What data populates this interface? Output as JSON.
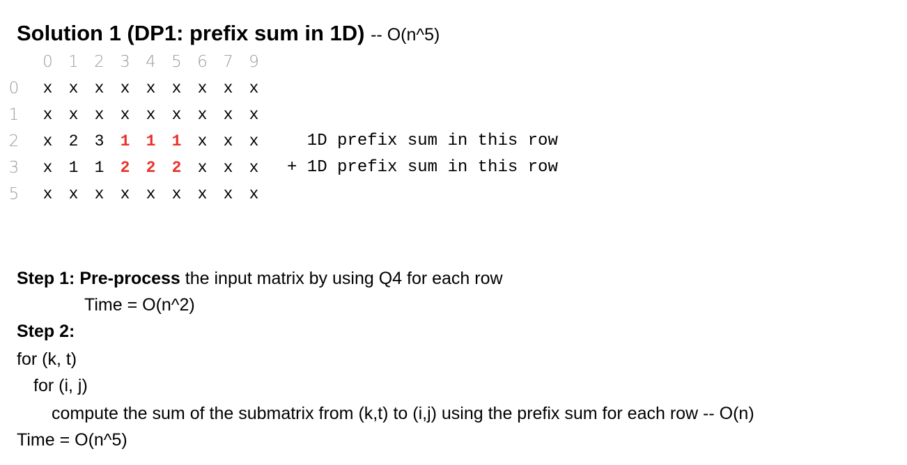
{
  "title": {
    "main": "Solution 1 (DP1: prefix sum in 1D)",
    "complexity": "-- O(n^5)"
  },
  "grid": {
    "col_headers": [
      "0",
      "1",
      "2",
      "3",
      "4",
      "5",
      "6",
      "7",
      "9"
    ],
    "rows": [
      {
        "label": "0",
        "cells": [
          "x",
          "x",
          "x",
          "x",
          "x",
          "x",
          "x",
          "x",
          "x"
        ],
        "highlight": []
      },
      {
        "label": "1",
        "cells": [
          "x",
          "x",
          "x",
          "x",
          "x",
          "x",
          "x",
          "x",
          "x"
        ],
        "highlight": []
      },
      {
        "label": "2",
        "cells": [
          "x",
          "2",
          "3",
          "1",
          "1",
          "1",
          "x",
          "x",
          "x"
        ],
        "highlight": [
          3,
          4,
          5
        ]
      },
      {
        "label": "3",
        "cells": [
          "x",
          "1",
          "1",
          "2",
          "2",
          "2",
          "x",
          "x",
          "x"
        ],
        "highlight": [
          3,
          4,
          5
        ]
      },
      {
        "label": "5",
        "cells": [
          "x",
          "x",
          "x",
          "x",
          "x",
          "x",
          "x",
          "x",
          "x"
        ],
        "highlight": []
      }
    ],
    "highlight_color": "#e8322a"
  },
  "notes": {
    "row2": "  1D prefix sum in this row",
    "row3": "+ 1D prefix sum in this row"
  },
  "steps": {
    "step1_label": "Step 1:",
    "step1_bold": "Pre-process",
    "step1_rest": " the input matrix by using Q4 for each row",
    "step1_time": "Time = O(n^2)",
    "step2_label": "Step 2:",
    "loop1": "for (k, t)",
    "loop2": "for (i, j)",
    "compute": "compute the sum of the submatrix from (k,t) to (i,j) using the prefix sum for each row -- O(n)",
    "time": "Time = O(n^5)"
  }
}
